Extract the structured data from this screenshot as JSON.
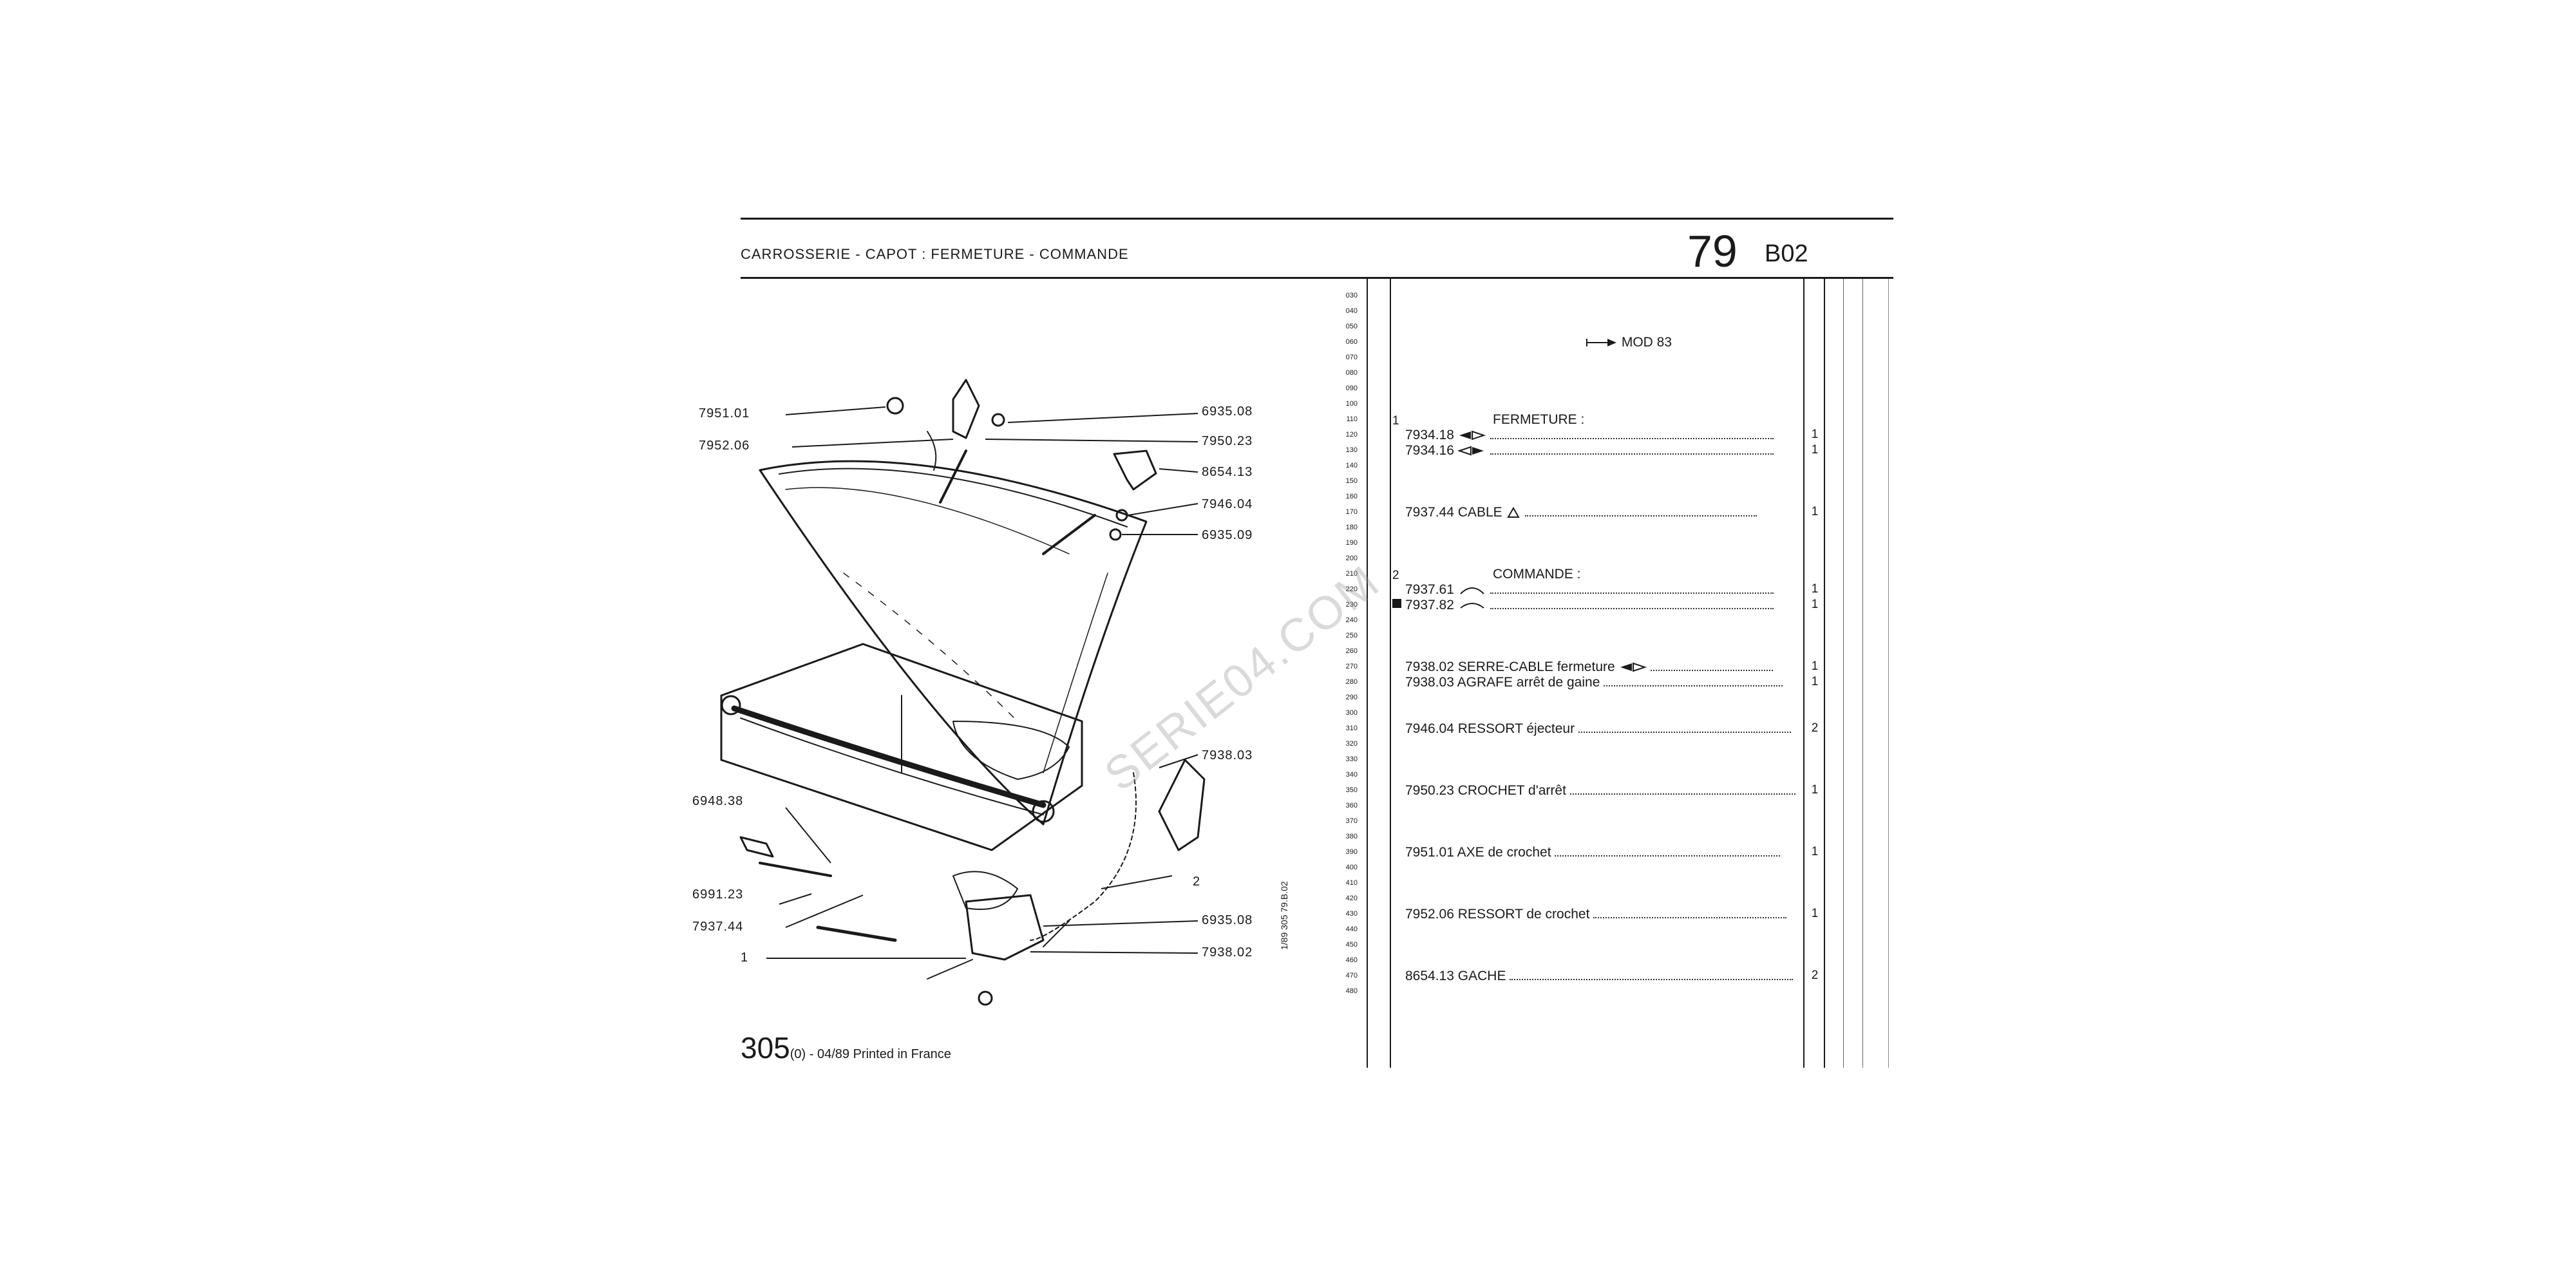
{
  "header": {
    "title": "CARROSSERIE - CAPOT : FERMETURE - COMMANDE",
    "group_number": "79",
    "page_code": "B02"
  },
  "footer": {
    "model": "305",
    "details": "(0) - 04/89 Printed in France",
    "vertical_code": "1/89 305 79.B.02"
  },
  "watermark": "SERIE04.COM",
  "line_numbers": [
    "030",
    "040",
    "050",
    "060",
    "070",
    "080",
    "090",
    "100",
    "110",
    "120",
    "130",
    "140",
    "150",
    "160",
    "170",
    "180",
    "190",
    "200",
    "210",
    "220",
    "230",
    "240",
    "250",
    "260",
    "270",
    "280",
    "290",
    "300",
    "310",
    "320",
    "330",
    "340",
    "350",
    "360",
    "370",
    "380",
    "390",
    "400",
    "410",
    "420",
    "430",
    "440",
    "450",
    "460",
    "470",
    "480"
  ],
  "parts": {
    "mod_note": "MOD 83",
    "fermeture_heading": "FERMETURE :",
    "fermeture_ref": "1",
    "commande_heading": "COMMANDE :",
    "commande_ref": "2",
    "rows": [
      {
        "code": "7934.18",
        "desc": "",
        "qty": "1"
      },
      {
        "code": "7934.16",
        "desc": "",
        "qty": "1"
      },
      {
        "code": "7937.44",
        "desc": "CABLE",
        "qty": "1"
      },
      {
        "code": "7937.61",
        "desc": "",
        "qty": "1"
      },
      {
        "code": "7937.82",
        "desc": "",
        "qty": "1"
      },
      {
        "code": "7938.02",
        "desc": "SERRE-CABLE fermeture",
        "qty": "1"
      },
      {
        "code": "7938.03",
        "desc": "AGRAFE arrêt de gaine",
        "qty": "1"
      },
      {
        "code": "7946.04",
        "desc": "RESSORT éjecteur",
        "qty": "2"
      },
      {
        "code": "7950.23",
        "desc": "CROCHET d'arrêt",
        "qty": "1"
      },
      {
        "code": "7951.01",
        "desc": "AXE de crochet",
        "qty": "1"
      },
      {
        "code": "7952.06",
        "desc": "RESSORT de crochet",
        "qty": "1"
      },
      {
        "code": "8654.13",
        "desc": "GACHE",
        "qty": "2"
      }
    ]
  },
  "callouts": {
    "c7951_01": "7951.01",
    "c7952_06": "7952.06",
    "c6935_08_top": "6935.08",
    "c7950_23": "7950.23",
    "c8654_13": "8654.13",
    "c7946_04": "7946.04",
    "c6935_09": "6935.09",
    "c7938_03": "7938.03",
    "c6948_38": "6948.38",
    "c6991_23": "6991.23",
    "c7937_44": "7937.44",
    "c1": "1",
    "c2": "2",
    "c6935_08_bot": "6935.08",
    "c7938_02": "7938.02"
  }
}
